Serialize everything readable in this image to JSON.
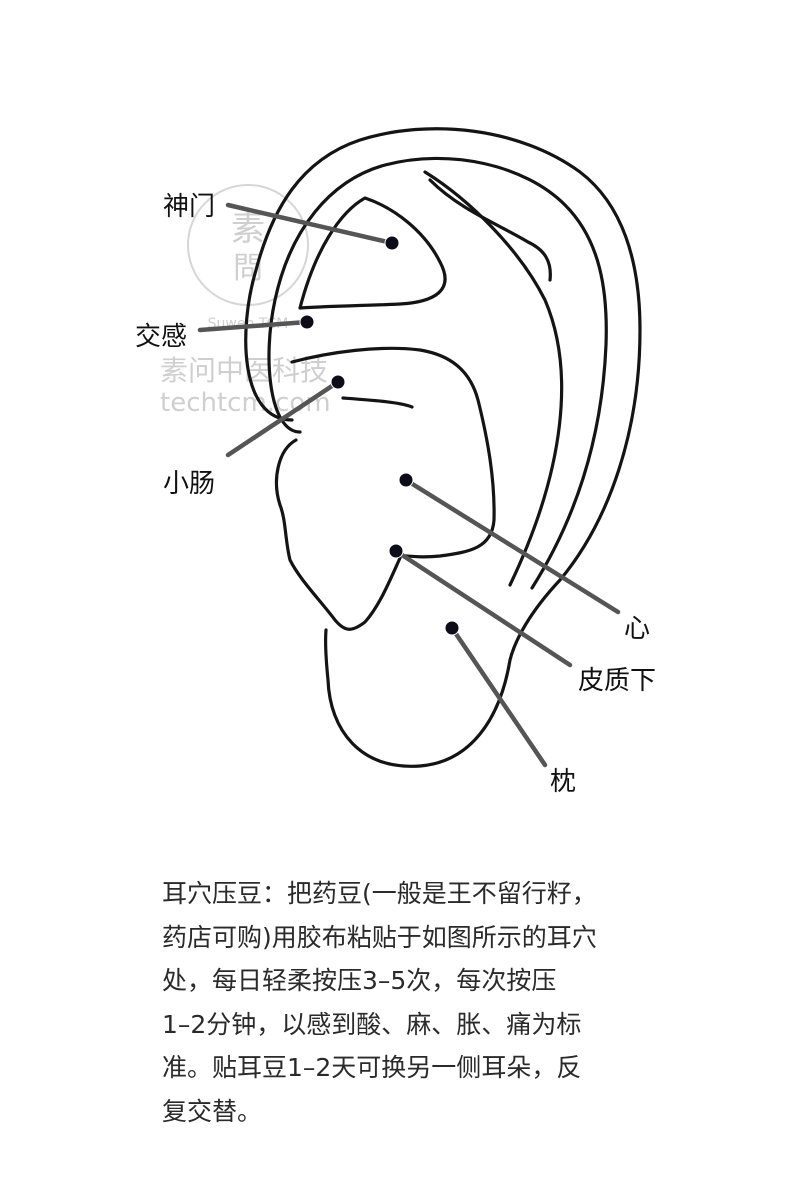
{
  "watermark": {
    "logo_text_top": "素",
    "logo_text_bottom": "問",
    "logo_subtext": "Suwen TCM",
    "brand_cn": "素问中医科技",
    "brand_url": "techtcm.com"
  },
  "points": {
    "shenmen": "神门",
    "jiaogan": "交感",
    "xiaochang": "小肠",
    "xin": "心",
    "pizhixia": "皮质下",
    "zhen": "枕"
  },
  "caption": "耳穴压豆：把药豆(一般是王不留行籽，\n药店可购)用胶布粘贴于如图所示的耳穴\n处，每日轻柔按压3–5次，每次按压\n1–2分钟，以感到酸、麻、胀、痛为标\n准。贴耳豆1–2天可换另一侧耳朵，反\n复交替。"
}
